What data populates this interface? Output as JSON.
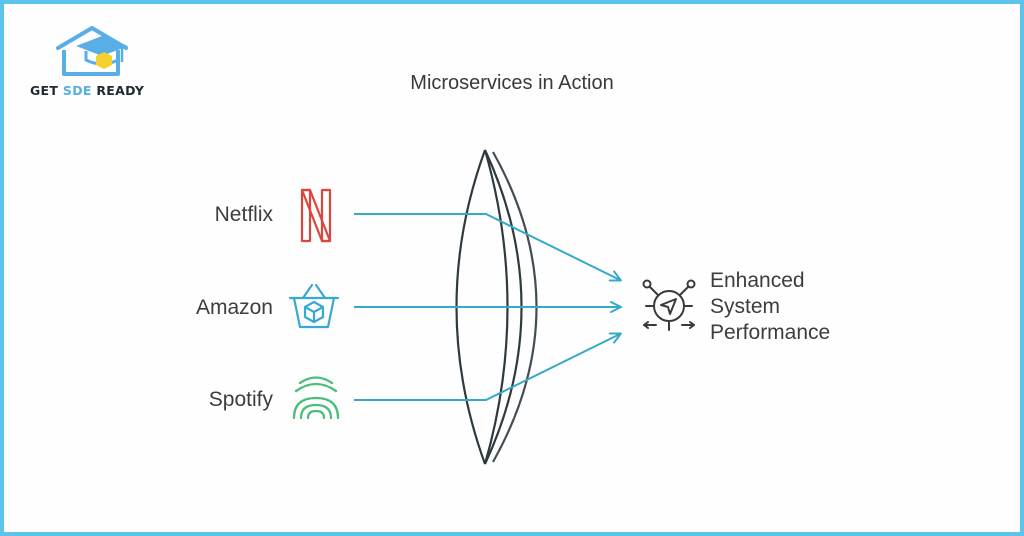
{
  "logo": {
    "text_main": "GET ",
    "text_accent": "SDE",
    "text_tail": " READY",
    "icon": "house-graduation-cap-icon",
    "color_primary": "#5aaee6",
    "color_accent": "#f5cf2f"
  },
  "title": "Microservices in Action",
  "services": [
    {
      "label": "Netflix",
      "icon": "netflix-icon",
      "color": "#d9473f"
    },
    {
      "label": "Amazon",
      "icon": "shopping-basket-icon",
      "color": "#37a9d2"
    },
    {
      "label": "Spotify",
      "icon": "signal-waves-icon",
      "color": "#4cbd7a"
    }
  ],
  "outcome": {
    "lines": [
      "Enhanced",
      "System",
      "Performance"
    ],
    "icon": "navigation-hub-icon"
  },
  "colors": {
    "border": "#5cc4ea",
    "arrow": "#35a9c8",
    "lens": "#2f3a40",
    "text": "#3d3d3d"
  }
}
